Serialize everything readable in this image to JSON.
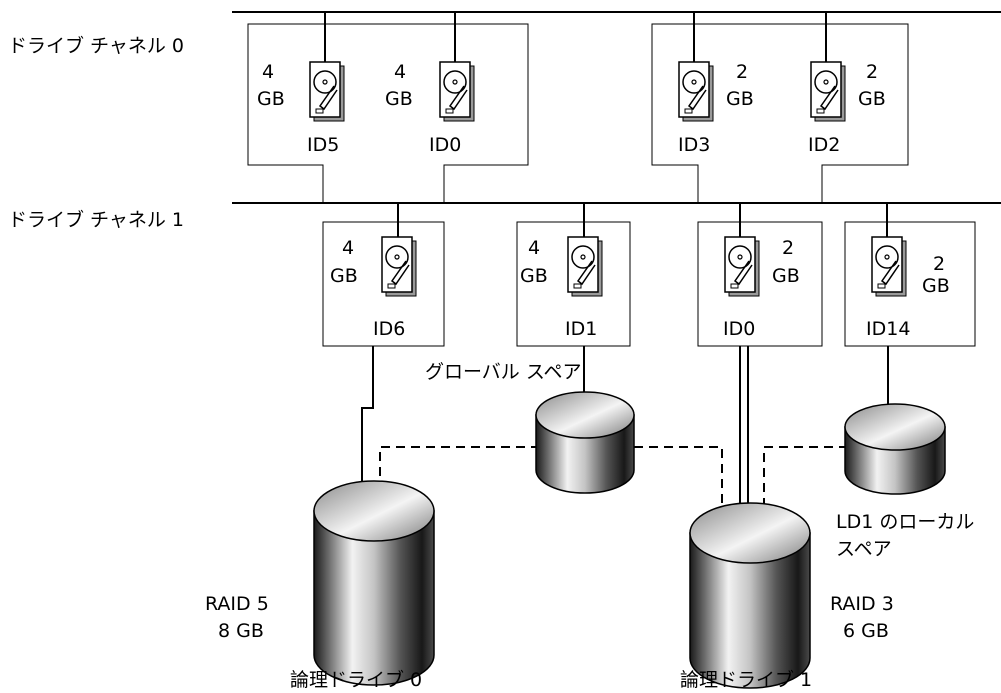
{
  "channels": [
    {
      "label": "ドライブ チャネル 0"
    },
    {
      "label": "ドライブ チャネル 1"
    }
  ],
  "drives": [
    {
      "id": "ID5",
      "size_num": "4",
      "size_unit": "GB",
      "channel": 0,
      "group": "raid5"
    },
    {
      "id": "ID0",
      "size_num": "4",
      "size_unit": "GB",
      "channel": 0,
      "group": "raid5"
    },
    {
      "id": "ID3",
      "size_num": "2",
      "size_unit": "GB",
      "channel": 0,
      "group": "raid3"
    },
    {
      "id": "ID2",
      "size_num": "2",
      "size_unit": "GB",
      "channel": 0,
      "group": "raid3"
    },
    {
      "id": "ID6",
      "size_num": "4",
      "size_unit": "GB",
      "channel": 1,
      "group": "raid5"
    },
    {
      "id": "ID1",
      "size_num": "4",
      "size_unit": "GB",
      "channel": 1,
      "group": "global-spare"
    },
    {
      "id": "ID0",
      "size_num": "2",
      "size_unit": "GB",
      "channel": 1,
      "group": "raid3"
    },
    {
      "id": "ID14",
      "size_num": "2",
      "size_unit": "GB",
      "channel": 1,
      "group": "local-spare"
    }
  ],
  "spares": {
    "global_label": "グローバル スペア",
    "local_label_line1": "LD1 のローカル",
    "local_label_line2": "スペア"
  },
  "logical_drives": [
    {
      "raid": "RAID 5",
      "size": "8 GB",
      "name": "論理ドライブ 0"
    },
    {
      "raid": "RAID 3",
      "size": "6 GB",
      "name": "論理ドライブ 1"
    }
  ]
}
